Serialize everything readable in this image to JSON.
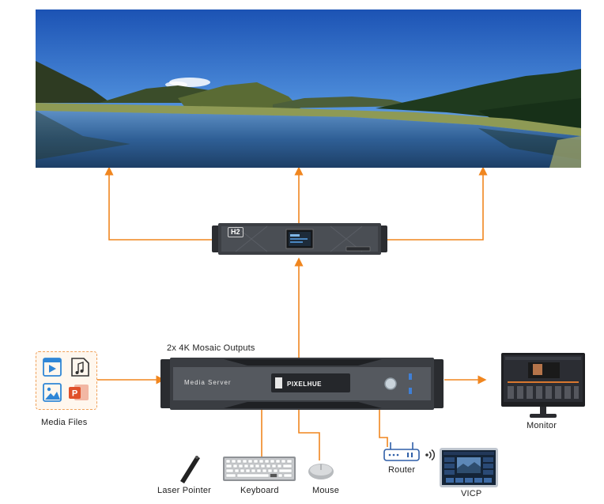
{
  "colors": {
    "connector": "#f0861f",
    "device_body": "#3a3d42",
    "device_front": "#55595f",
    "screen_frame": "#1e1f22",
    "file_icon_blue": "#2f86d6",
    "file_icon_red": "#e0502a"
  },
  "screen": {
    "image": "lakeside panorama with hills and blue sky"
  },
  "processor": {
    "badge": "H2"
  },
  "media_server": {
    "caption": "2x 4K Mosaic Outputs",
    "front_text": "Media Server",
    "brand": "PIXELHUE"
  },
  "media_files": {
    "label": "Media Files",
    "icons": [
      "video-file-icon",
      "music-file-icon",
      "image-file-icon",
      "powerpoint-file-icon"
    ]
  },
  "monitor": {
    "label": "Monitor"
  },
  "laser_pointer": {
    "label": "Laser Pointer"
  },
  "keyboard": {
    "label": "Keyboard"
  },
  "mouse": {
    "label": "Mouse"
  },
  "router": {
    "label": "Router"
  },
  "vicp": {
    "label": "VICP"
  }
}
